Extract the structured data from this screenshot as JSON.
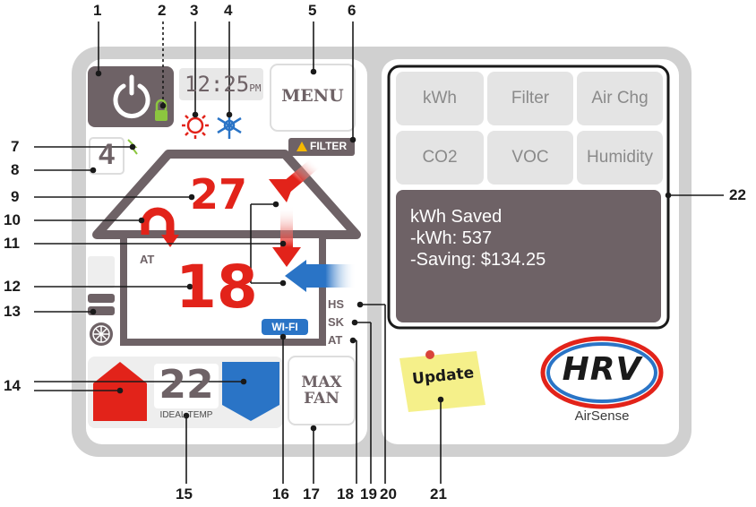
{
  "callouts": {
    "top": [
      "1",
      "2",
      "3",
      "4",
      "5",
      "6"
    ],
    "left": [
      "7",
      "8",
      "9",
      "10",
      "11",
      "12",
      "13",
      "14"
    ],
    "bottom": [
      "15",
      "16",
      "17",
      "18",
      "19",
      "20",
      "21"
    ],
    "right": "22"
  },
  "thermostat": {
    "time": "12:25",
    "time_suffix": "PM",
    "menu_label": "MENU",
    "filter_alert": "FILTER",
    "fan_speed": "4",
    "outdoor_temp": "27",
    "indoor_temp": "18",
    "at_label": "AT",
    "wifi_label": "WI-FI",
    "mode_indicators": [
      "HS",
      "SK",
      "AT"
    ],
    "ideal_temp": "22",
    "ideal_temp_label": "IDEAL TEMP",
    "max_fan_line1": "MAX",
    "max_fan_line2": "FAN"
  },
  "panel": {
    "tiles": [
      "kWh",
      "Filter",
      "Air Chg",
      "CO2",
      "VOC",
      "Humidity"
    ],
    "info_title": "kWh Saved",
    "info_line1": "-kWh: 537",
    "info_line2": "-Saving: $134.25",
    "note_label": "Update",
    "brand": "HRV",
    "brand_sub": "AirSense"
  },
  "colors": {
    "red": "#e2231a",
    "blue": "#2a74c6",
    "dark_screen": "#6e6266",
    "frame": "#c8c8c8",
    "note_yellow": "#f5f08a"
  }
}
